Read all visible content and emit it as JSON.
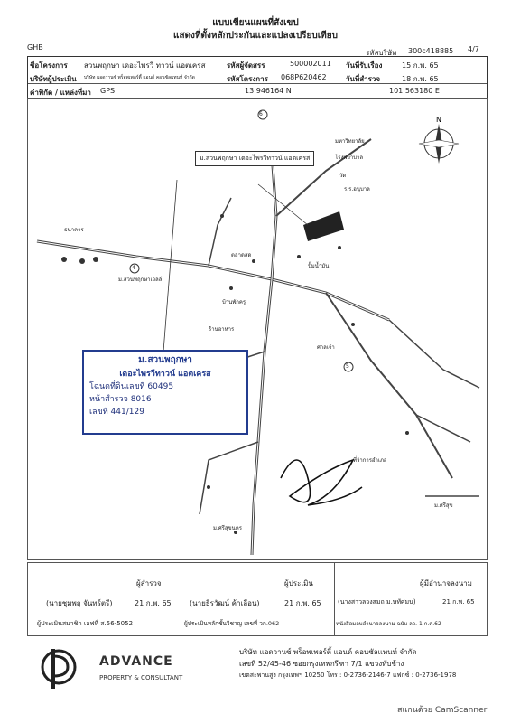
{
  "doc": {
    "title1": "แบบเขียนแผนที่สังเขป",
    "title2": "แสดงที่ตั้งหลักประกันและแปลงเปรียบเทียบ",
    "ghb": "GHB",
    "ref_label": "รหัสบริษัท",
    "ref_value": "300c418885",
    "page": "4/7"
  },
  "header": {
    "project_label": "ชื่อโครงการ",
    "project_value": "สวนพฤกษา เดอะไพรวี ทาวน์ แอตเครส",
    "dev_label": "รหัสผู้จัดสรร",
    "dev_value": "500002011",
    "recv_label": "วันที่รับเรื่อง",
    "recv_value": "15 ก.พ. 65",
    "company_label": "บริษัทผู้ประเมิน",
    "company_value": "บริษัท แอดวานซ์ พร็อพเพอร์ตี้ แอนด์ คอนซัลแทนท์ จำกัด",
    "projcode_label": "รหัสโครงการ",
    "projcode_value": "068P620462",
    "survey_label": "วันที่สำรวจ",
    "survey_value": "18 ก.พ. 65",
    "gps_label": "ค่าพิกัด / แหล่งที่มา",
    "gps_src": "GPS",
    "lat": "13.946164 N",
    "lon": "101.563180 E"
  },
  "map": {
    "project_label_top": "ม.สวนพฤกษา เดอะไพรวีทาวน์ แอตเครส",
    "stamp_title": "ม.สวนพฤกษา",
    "stamp_sub": "เดอะไพรวีทาวน์ แอตเครส",
    "hand1": "โฉนดที่ดินเลขที่ 60495",
    "hand2": "หน้าสำรวจ 8016",
    "hand3": "เลขที่ 441/129",
    "landmarks": [
      "มหาวิทยาลัย",
      "โรงพยาบาล",
      "วัด",
      "ร.ร.อนุบาล",
      "ตลาดสด",
      "ปั๊มน้ำมัน",
      "ธนาคาร",
      "บ้านพักครู",
      "ม.ศรีสุขนคร",
      "ม.สวนพฤกษาเวลล์",
      "ศาลเจ้า",
      "ที่ว่าการอำเภอ",
      "ร้านอาหาร",
      "ม.ศรีสุข"
    ],
    "route_numbers": [
      "6",
      "4",
      "5"
    ]
  },
  "signatures": {
    "s1_role": "ผู้สำรวจ",
    "s1_name": "(นายชุมพฤ จันทร์ตรี)",
    "s1_date": "21 ก.พ. 65",
    "s1_license": "ผู้ประเมินสมาชิก เอฟที่ ส.56-5052",
    "s2_role": "ผู้ประเมิน",
    "s2_name": "(นายธีรวัฒน์ ค้าเลื่อน)",
    "s2_date": "21 ก.พ. 65",
    "s2_license": "ผู้ประเมินหลักชั้นวิชาญ เลขที่ วก.062",
    "s3_role": "ผู้มีอำนาจลงนาม",
    "s3_name": "(นางสาวลวงสมถ ม.ษทัศมน)",
    "s3_date": "21 ก.พ. 65",
    "s3_license": "หนังสือมอบอำนาจลงนาม ฉบับ ลว. 1 ก.ค.62"
  },
  "footer": {
    "brand": "ADVANCE",
    "brand_sub": "PROPERTY & CONSULTANT",
    "company": "บริษัท แอดวานซ์ พร็อพเพอร์ตี้ แอนด์ คอนซัลแทนท์ จำกัด",
    "address": "เลขที่ 52/45-46 ซอยกรุงเทพกรีฑา 7/1 แขวงทับช้าง",
    "contact": "เขตสะพานสูง กรุงเทพฯ 10250  โทร : 0-2736-2146-7  แฟกซ์ : 0-2736-1978",
    "scanner": "สแกนด้วย CamScanner"
  }
}
